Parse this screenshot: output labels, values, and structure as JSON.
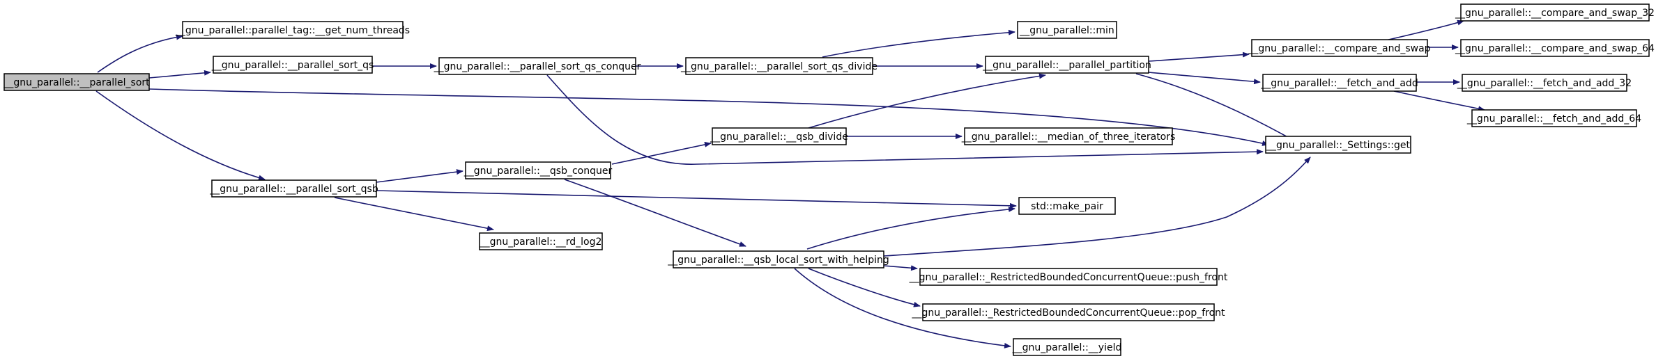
{
  "colors": {
    "edge": "#191970",
    "root_fill": "#bfbfbf",
    "node_fill": "#ffffff",
    "border": "#000000"
  },
  "nodes": {
    "parallel_sort": "__gnu_parallel::__parallel_sort",
    "get_num_threads": "__gnu_parallel::parallel_tag::__get_num_threads",
    "parallel_sort_qs": "__gnu_parallel::__parallel_sort_qs",
    "parallel_sort_qsb": "__gnu_parallel::__parallel_sort_qsb",
    "parallel_sort_qs_conquer": "__gnu_parallel::__parallel_sort_qs_conquer",
    "parallel_sort_qs_divide": "__gnu_parallel::__parallel_sort_qs_divide",
    "min": "__gnu_parallel::min",
    "parallel_partition": "__gnu_parallel::__parallel_partition",
    "compare_and_swap": "__gnu_parallel::__compare_and_swap",
    "compare_and_swap_32": "__gnu_parallel::__compare_and_swap_32",
    "compare_and_swap_64": "__gnu_parallel::__compare_and_swap_64",
    "fetch_and_add": "__gnu_parallel::__fetch_and_add",
    "fetch_and_add_32": "__gnu_parallel::__fetch_and_add_32",
    "fetch_and_add_64": "__gnu_parallel::__fetch_and_add_64",
    "settings_get": "__gnu_parallel::_Settings::get",
    "qsb_divide": "__gnu_parallel::__qsb_divide",
    "median_of_three_iterators": "__gnu_parallel::__median_of_three_iterators",
    "qsb_conquer": "__gnu_parallel::__qsb_conquer",
    "make_pair": "std::make_pair",
    "rd_log2": "__gnu_parallel::__rd_log2",
    "qsb_local_sort_with_helping": "__gnu_parallel::__qsb_local_sort_with_helping",
    "push_front": "__gnu_parallel::_RestrictedBoundedConcurrentQueue::push_front",
    "pop_front": "__gnu_parallel::_RestrictedBoundedConcurrentQueue::pop_front",
    "yield": "__gnu_parallel::__yield"
  }
}
